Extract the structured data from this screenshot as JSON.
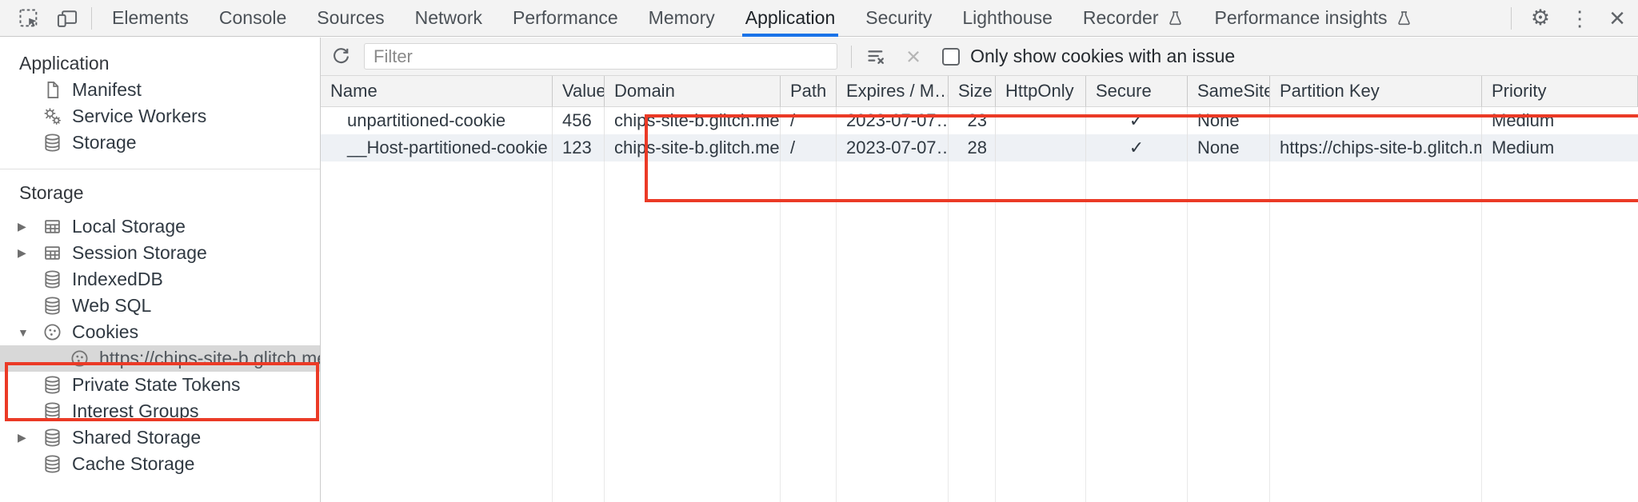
{
  "tabbar": {
    "tabs": [
      {
        "label": "Elements"
      },
      {
        "label": "Console"
      },
      {
        "label": "Sources"
      },
      {
        "label": "Network"
      },
      {
        "label": "Performance"
      },
      {
        "label": "Memory"
      },
      {
        "label": "Application",
        "active": true
      },
      {
        "label": "Security"
      },
      {
        "label": "Lighthouse"
      },
      {
        "label": "Recorder",
        "flask": true
      },
      {
        "label": "Performance insights",
        "flask": true
      }
    ],
    "right_icons": {
      "gear": "⚙",
      "menu": "⋮",
      "close": "×"
    }
  },
  "sidebar": {
    "sections": [
      {
        "header": "Application",
        "items": [
          {
            "label": "Manifest",
            "icon": "file-icon",
            "arrow": ""
          },
          {
            "label": "Service Workers",
            "icon": "gears-icon",
            "arrow": ""
          },
          {
            "label": "Storage",
            "icon": "database-icon",
            "arrow": ""
          }
        ]
      },
      {
        "header": "Storage",
        "items": [
          {
            "label": "Local Storage",
            "icon": "table-icon",
            "arrow": "▶"
          },
          {
            "label": "Session Storage",
            "icon": "table-icon",
            "arrow": "▶"
          },
          {
            "label": "IndexedDB",
            "icon": "database-icon",
            "arrow": ""
          },
          {
            "label": "Web SQL",
            "icon": "database-icon",
            "arrow": ""
          },
          {
            "label": "Cookies",
            "icon": "cookie-icon",
            "arrow": "▼"
          },
          {
            "label": "https://chips-site-b.glitch.me",
            "icon": "cookie-icon",
            "arrow": "",
            "child": true,
            "selected": true
          },
          {
            "label": "Private State Tokens",
            "icon": "database-icon",
            "arrow": ""
          },
          {
            "label": "Interest Groups",
            "icon": "database-icon",
            "arrow": ""
          },
          {
            "label": "Shared Storage",
            "icon": "database-icon",
            "arrow": "▶"
          },
          {
            "label": "Cache Storage",
            "icon": "database-icon",
            "arrow": ""
          }
        ]
      }
    ]
  },
  "toolbar": {
    "filter_placeholder": "Filter",
    "checkbox_checked": false,
    "checkbox_label": "Only show cookies with an issue"
  },
  "table": {
    "columns": [
      "Name",
      "Value",
      "Domain",
      "Path",
      "Expires / M…",
      "Size",
      "HttpOnly",
      "Secure",
      "SameSite",
      "Partition Key",
      "Priority"
    ],
    "rows": [
      {
        "name": "unpartitioned-cookie",
        "value": "456",
        "domain": "chips-site-b.glitch.me",
        "path": "/",
        "expires": "2023-07-07…",
        "size": "23",
        "httponly": "",
        "secure": "✓",
        "samesite": "None",
        "partition_key": "",
        "priority": "Medium"
      },
      {
        "name": "__Host-partitioned-cookie",
        "value": "123",
        "domain": "chips-site-b.glitch.me",
        "path": "/",
        "expires": "2023-07-07…",
        "size": "28",
        "httponly": "",
        "secure": "✓",
        "samesite": "None",
        "partition_key": "https://chips-site-b.glitch.me",
        "priority": "Medium"
      }
    ]
  },
  "colors": {
    "accent_blue": "#1a73e8",
    "annotation_red": "#eb3a26",
    "toolbar_bg": "#f3f3f3",
    "selected_item_bg": "#d8d8d8",
    "row_stripe": "#eef1f5"
  }
}
